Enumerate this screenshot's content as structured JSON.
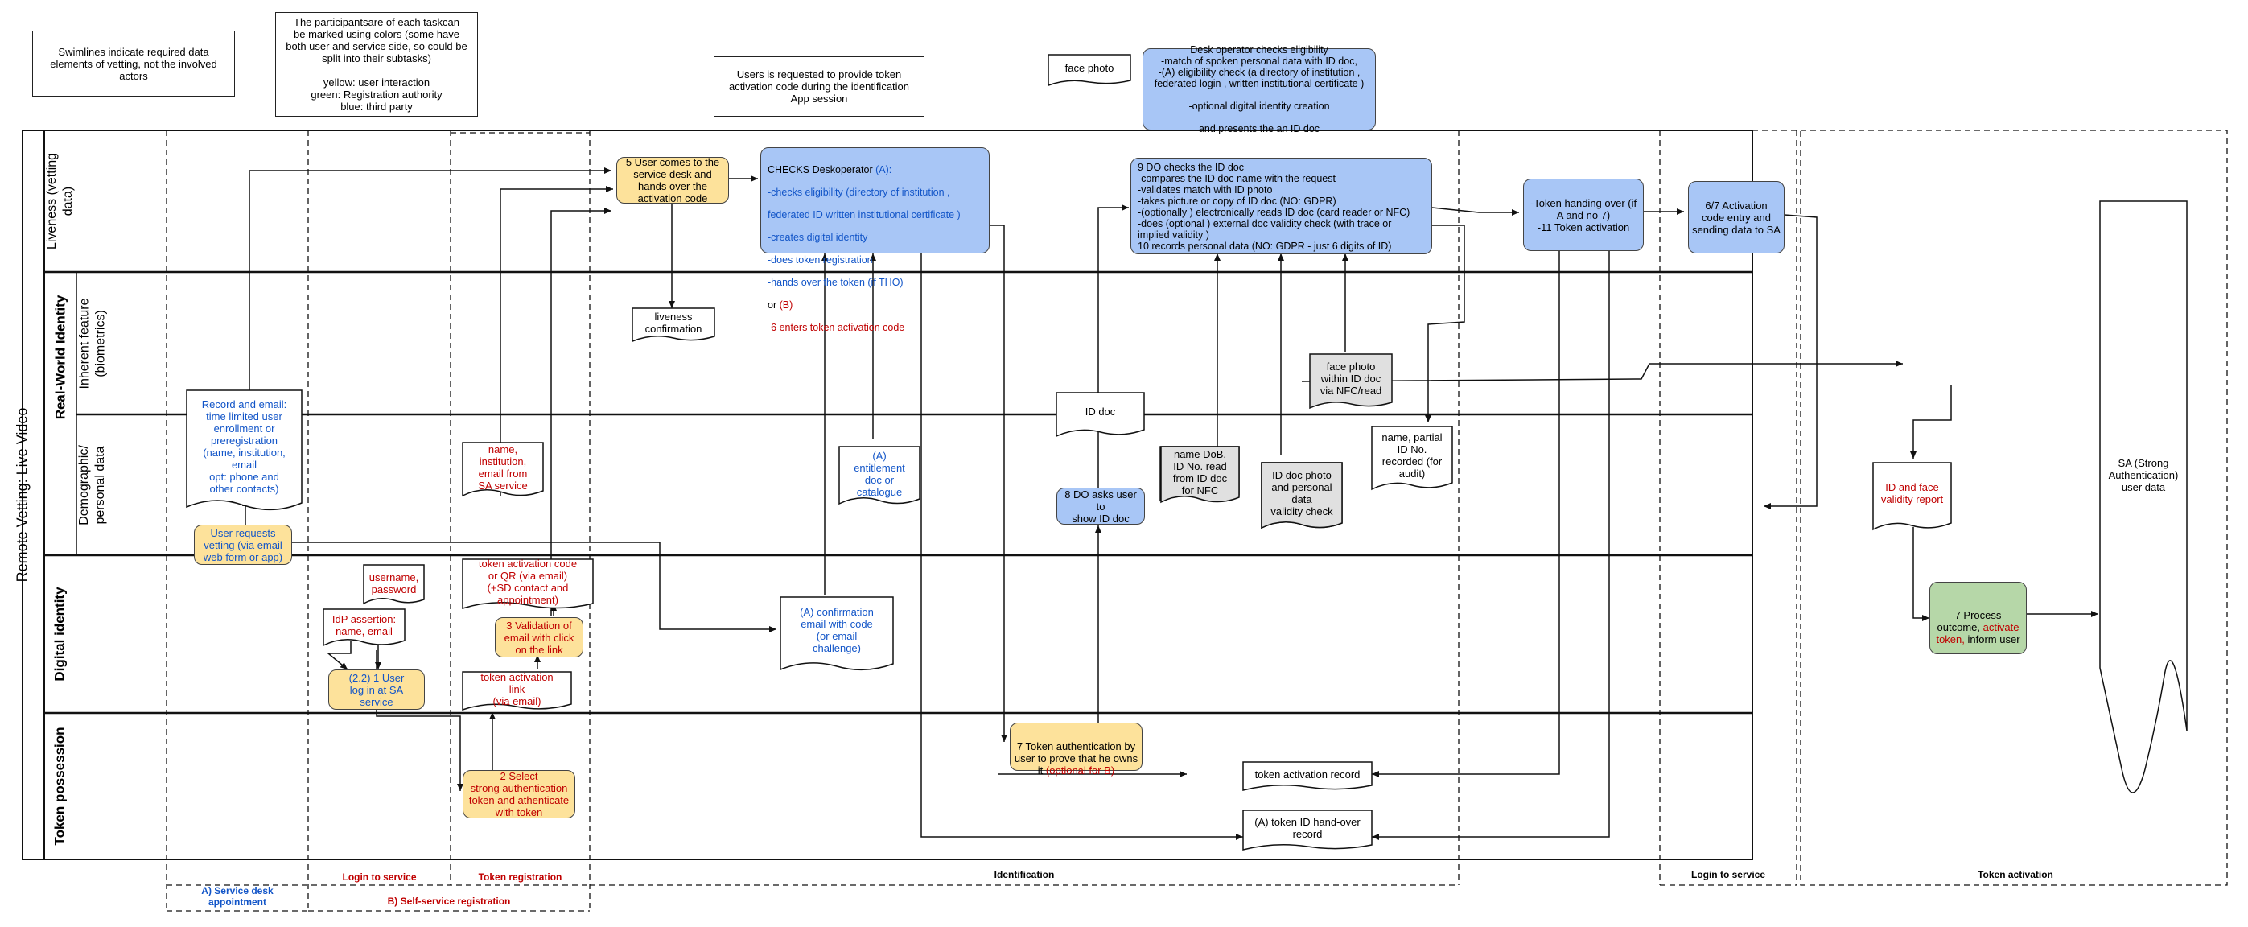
{
  "lanes": {
    "outer_title": "Remote Vetting: Live Video",
    "real_world": "Real-World Identity",
    "liveness": "Liveness (vetting\ndata)",
    "inherent": "Inherent feature\n(biometrics)",
    "demographic": "Demographic/\npersonal data",
    "digital": "Digital identity",
    "token": "Token possession"
  },
  "notes": {
    "swimlanes": "Swimlines indicate required data\nelements of vetting, not the involved\nactors",
    "participants": "The participantsare of each taskcan\nbe marked using colors (some have\nboth  user and service side, so could be\nsplit into their subtasks)\n\nyellow: user interaction\ngreen:  Registration authority\nblue: third party",
    "token_request": "Users is requested to provide token\nactivation code during the identification\nApp session",
    "face_photo": "face photo",
    "desk_checks": "Desk operator checks eligibility\n-match of spoken personal data  with ID doc,\n-(A) eligibility   check (a directory  of institution ,\nfederated  login , written institutional  certificate )\n\n-optional  digital  identity  creation\n\nand presents the an ID doc"
  },
  "nodes": {
    "user_requests": "User requests\nvetting (via email\nweb form or app)",
    "record_email": "Record and email:\ntime limited user\nenrollment or\npreregistration\n(name, institution,\nemail\nopt: phone and\nother contacts)",
    "username_password": "username,\npassword",
    "idp_assertion": "IdP assertion:\nname, email",
    "login_sa": "(2.2) 1 User\nlog in at SA\nservice",
    "name_institution": "name,\ninstitution,\nemail from\nSA service",
    "token_code_qr": "token activation code\nor QR (via email)\n(+SD contact and\nappointment)",
    "validation_email": "3 Validation of\nemail with click\non the link",
    "token_link": "token activation\nlink\n(via email)",
    "select_strong": "2 Select\nstrong authentication\ntoken and athenticate\nwith token",
    "user_comes": "5 User comes to the\nservice desk and\nhands over the\nactivation code",
    "liveness_conf": "liveness\nconfirmation",
    "checks_title": "CHECKS Deskoperator",
    "checks_a": "(A):",
    "checks_lines": [
      "-checks eligibility   (directory  of institution  ,",
      "federated  ID written institutional  certificate  )",
      "-creates digital  identity",
      "-does token registration",
      "-hands over the token (if THO)"
    ],
    "checks_or": "or",
    "checks_b": "(B)",
    "checks_enter": "-6 enters token activation  code",
    "entitlement": "(A)\nentitlement\ndoc or\ncatalogue",
    "confirmation_email": "(A) confirmation\nemail with code\n(or email\nchallenge)",
    "id_doc": "ID doc",
    "do_asks": "8 DO asks user to\nshow ID doc",
    "token_auth_main": "7 Token authentication by\nuser to prove that he owns\nit",
    "token_auth_opt": "(optional for B)",
    "do_checks": "9 DO checks the  ID doc\n-compares the ID doc name with the request\n-validates  match with ID photo\n-takes picture  or copy of ID doc (NO: GDPR)\n-(optionally ) electronically  reads ID doc (card reader or NFC)\n-does (optional ) external  doc validity   check (with trace or\nimplied  validity  )\n10 records personal data (NO: GDPR - just 6 digits of ID)",
    "name_dob": "name DoB,\nID No. read\nfrom ID doc\nfor NFC",
    "id_photo": "ID doc photo\nand personal\ndata\nvalidity check",
    "face_nfc": "face photo\nwithin ID doc\nvia NFC/read",
    "name_partial": "name, partial\nID No.\nrecorded (for\naudit)",
    "token_record": "token activation  record",
    "token_handover_rec": "(A) token ID hand-over\nrecord",
    "token_handing": "-Token handing over (if\nA and no 7)\n-11 Token activation",
    "activation_entry": "6/7 Activation\ncode entry and\nsending data to SA",
    "id_face_report": "ID and face\nvalidity report",
    "process_pre": "7 Process\noutcome,",
    "process_red": "activate\ntoken,",
    "process_post": "inform user",
    "sa_user": "SA (Strong\nAuthentication)\nuser data"
  },
  "sections": {
    "service_desk": "A) Service desk\nappointment",
    "login_service": "Login to service",
    "token_registration": "Token registration",
    "self_service": "B) Self-service registration",
    "identification": "Identification",
    "login_service_2": "Login to service",
    "token_activation": "Token activation"
  },
  "colors": {
    "yellow": "#fde29b",
    "blue": "#a8c6f6",
    "green": "#b6d7a8",
    "blue_text": "#1255c8",
    "red_text": "#c00000",
    "line": "#111111"
  }
}
